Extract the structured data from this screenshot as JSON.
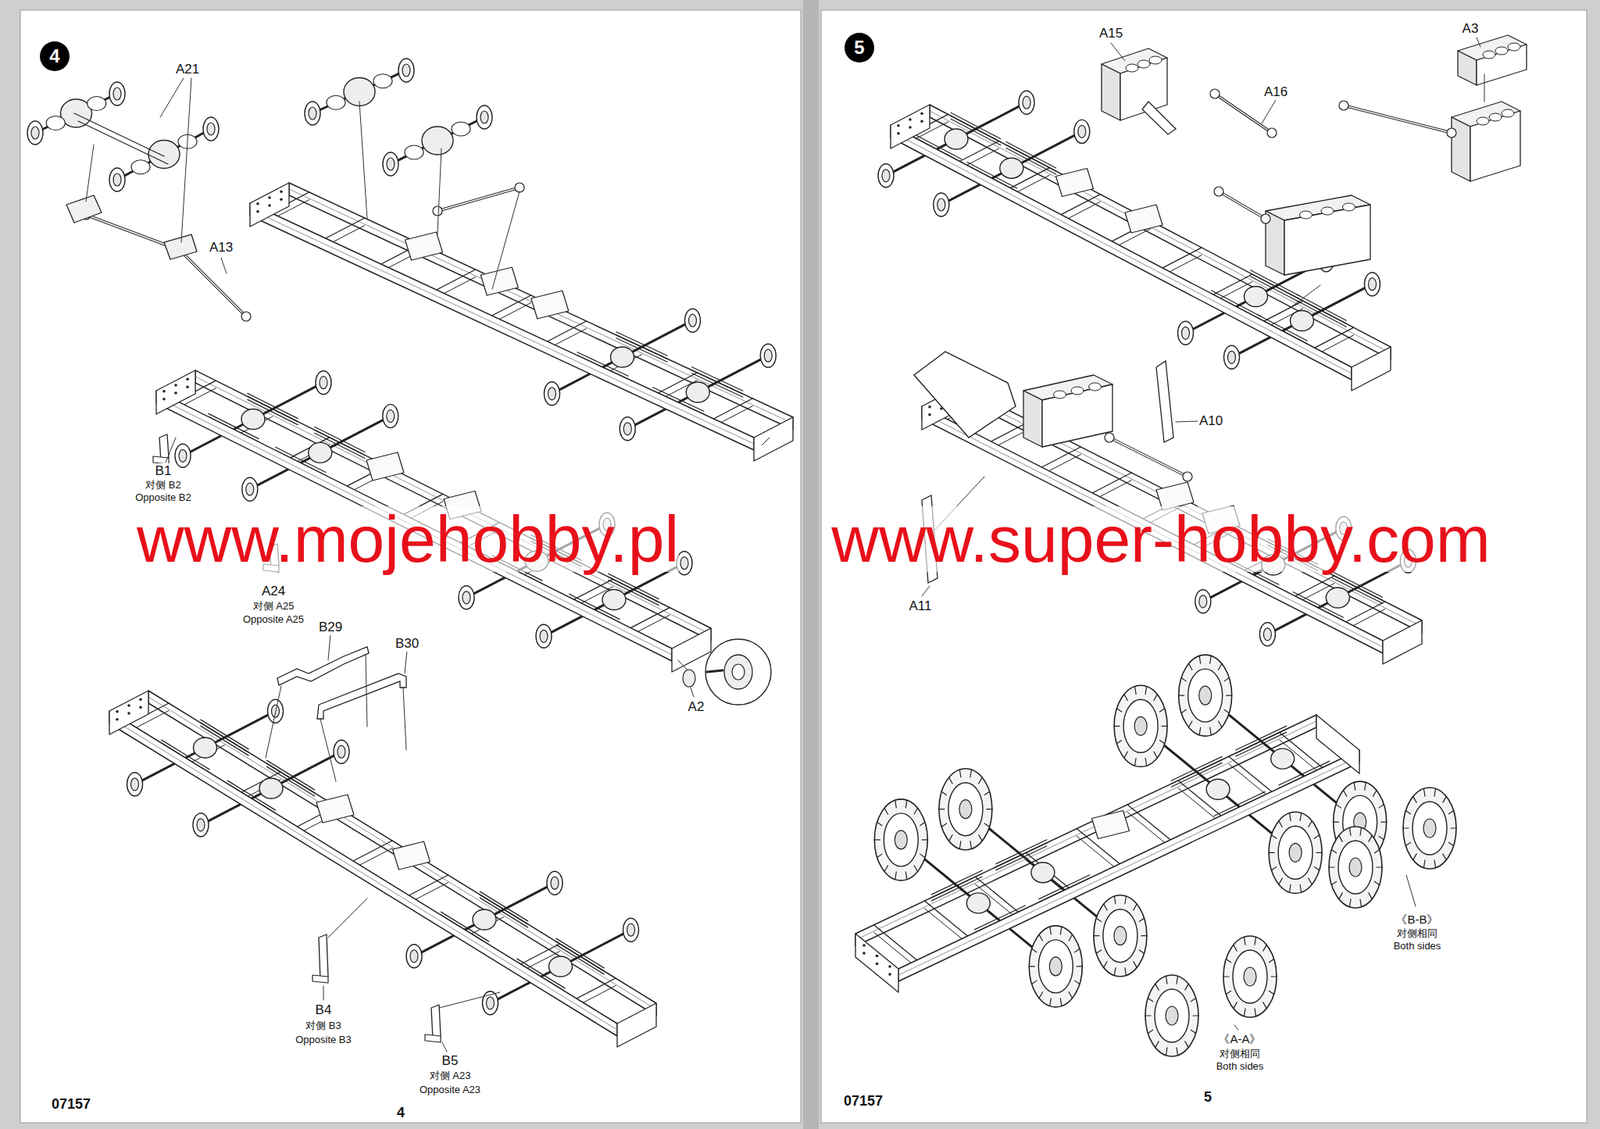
{
  "diagram": {
    "nodes": [
      {
        "text": [
          "4"
        ]
      },
      {
        "text": [
          "5"
        ]
      }
    ],
    "labels": [
      "A21",
      "A13",
      "B1",
      "对侧 B2",
      "Opposite B2",
      "A24",
      "对侧 A25",
      "Opposite A25",
      "B29",
      "B30",
      "A2",
      "B4",
      "对侧 B3",
      "Opposite B3",
      "B5",
      "对侧 A23",
      "Opposite A23",
      "07157",
      "4",
      "A15",
      "A16",
      "A3",
      "A10",
      "A11",
      "《B-B》",
      "对侧相同",
      "Both sides",
      "《A-A》",
      "对侧相同",
      "Both sides",
      "07157",
      "5",
      "www.mojehobby.pl",
      "www.super-hobby.com"
    ]
  }
}
